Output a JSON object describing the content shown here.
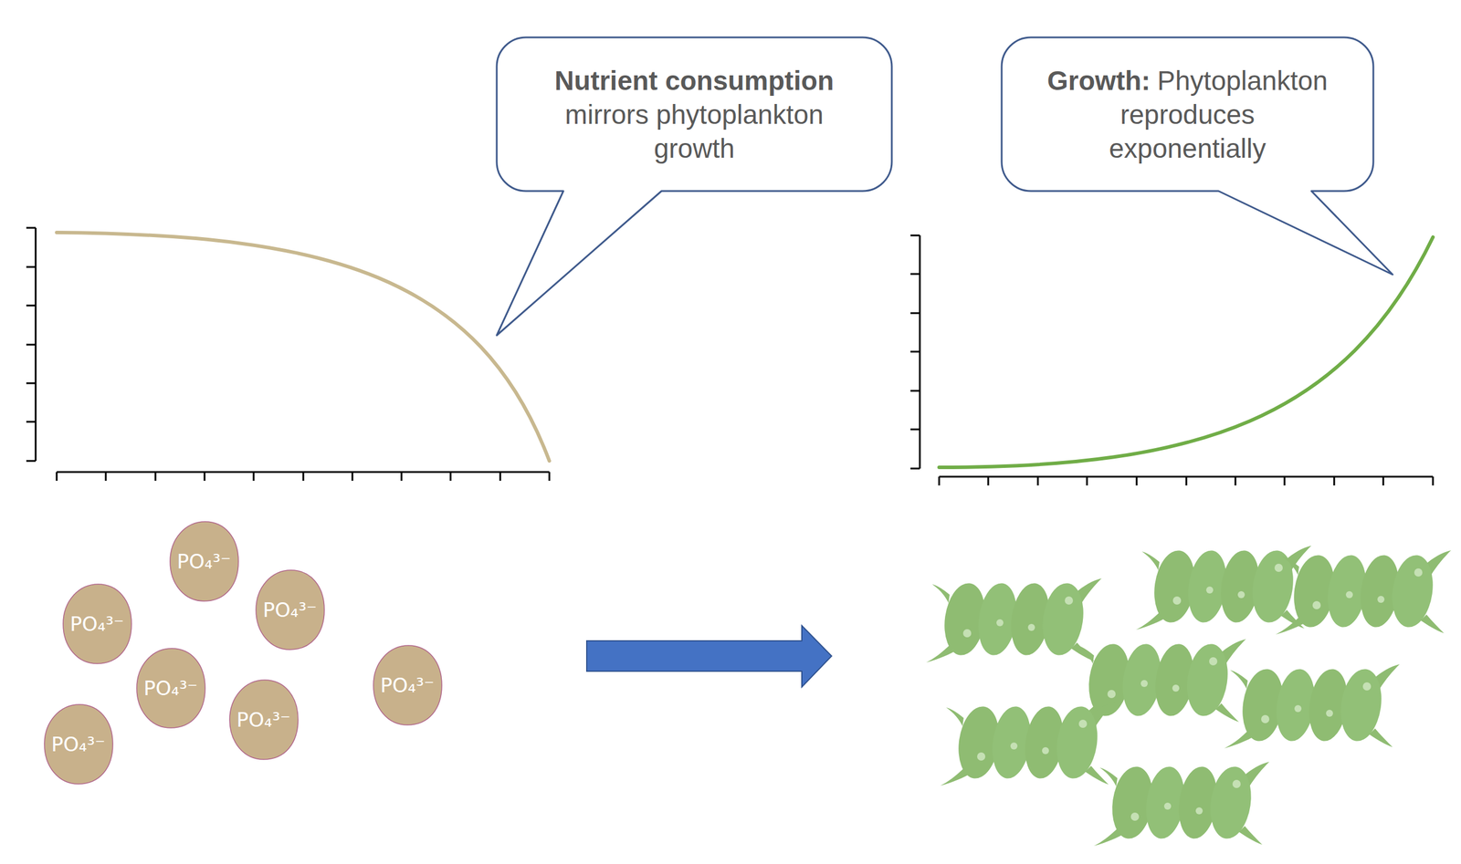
{
  "diagram": {
    "nodes": [
      {
        "text": [
          "Nutrient consumption",
          "mirrors phytoplankton growth"
        ]
      },
      {
        "text": [
          "Growth:",
          "Phytoplankton reproduces exponentially"
        ]
      },
      {
        "text": [
          "PO₄³⁻"
        ]
      },
      {
        "text": [
          "PO₄³⁻"
        ]
      },
      {
        "text": [
          "PO₄³⁻"
        ]
      },
      {
        "text": [
          "PO₄³⁻"
        ]
      },
      {
        "text": [
          "PO₄³⁻"
        ]
      },
      {
        "text": [
          "PO₄³⁻"
        ]
      },
      {
        "text": [
          "PO₄³⁻"
        ]
      }
    ]
  }
}
